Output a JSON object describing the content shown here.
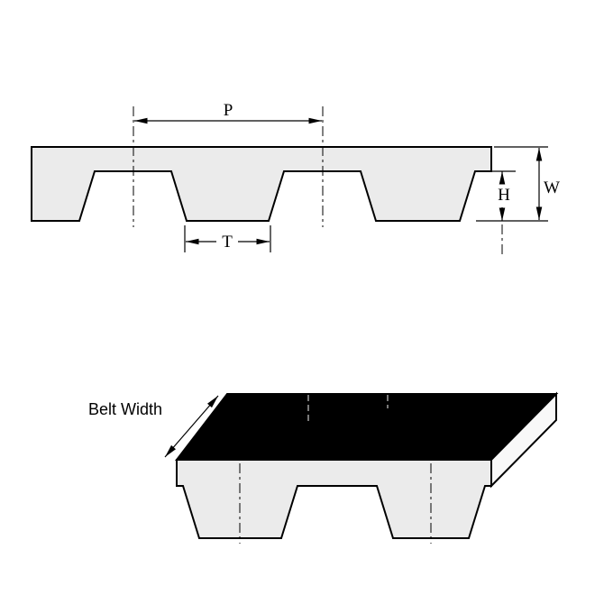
{
  "diagram": {
    "type": "technical-drawing",
    "subject": "Timing belt tooth profile cross-section and isometric belt segment",
    "cross_section": {
      "pitch_label": "P",
      "tooth_width_label": "T",
      "tooth_height_label": "H",
      "thickness_label": "W"
    },
    "isometric": {
      "belt_width_label": "Belt Width"
    },
    "colors": {
      "outline": "#000000",
      "belt_fill": "#ebebeb",
      "top_face_fill": "#000000",
      "end_face_fill": "#f8f8f8",
      "background": "#ffffff"
    }
  }
}
